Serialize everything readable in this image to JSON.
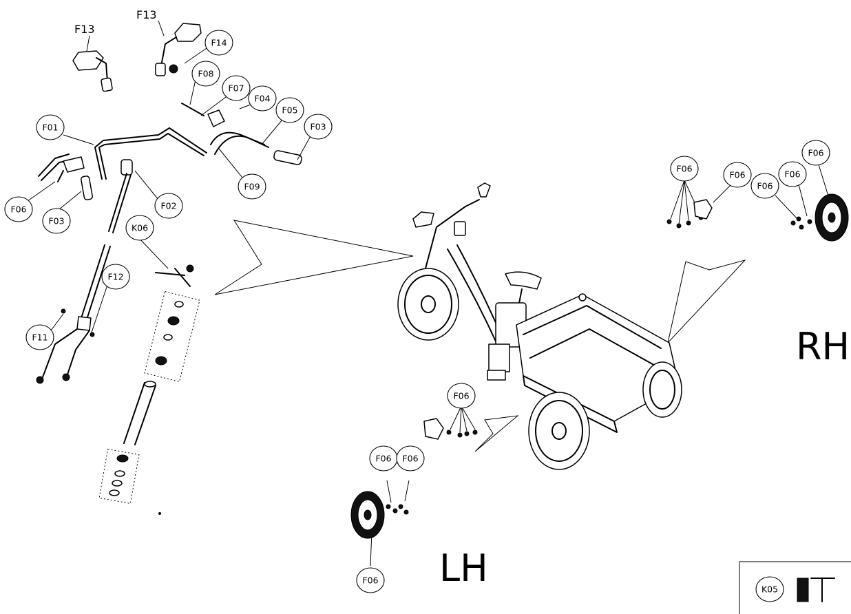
{
  "side_labels": {
    "rh": "RH",
    "lh": "LH"
  },
  "callouts": {
    "f13_left": "F13",
    "f13_right": "F13",
    "f14": "F14",
    "f08": "F08",
    "f07": "F07",
    "f04": "F04",
    "f05": "F05",
    "f03_right": "F03",
    "f01": "F01",
    "f09": "F09",
    "f06_left": "F06",
    "f03_left": "F03",
    "f02": "F02",
    "k06": "K06",
    "f12": "F12",
    "f11": "F11",
    "f06_rh1": "F06",
    "f06_rh2": "F06",
    "f06_rh3": "F06",
    "f06_rh4": "F06",
    "f06_rh5": "F06",
    "f06_lh1": "F06",
    "f06_lh2": "F06",
    "f06_lh3": "F06",
    "f06_lh4": "F06",
    "k05": "K05"
  }
}
